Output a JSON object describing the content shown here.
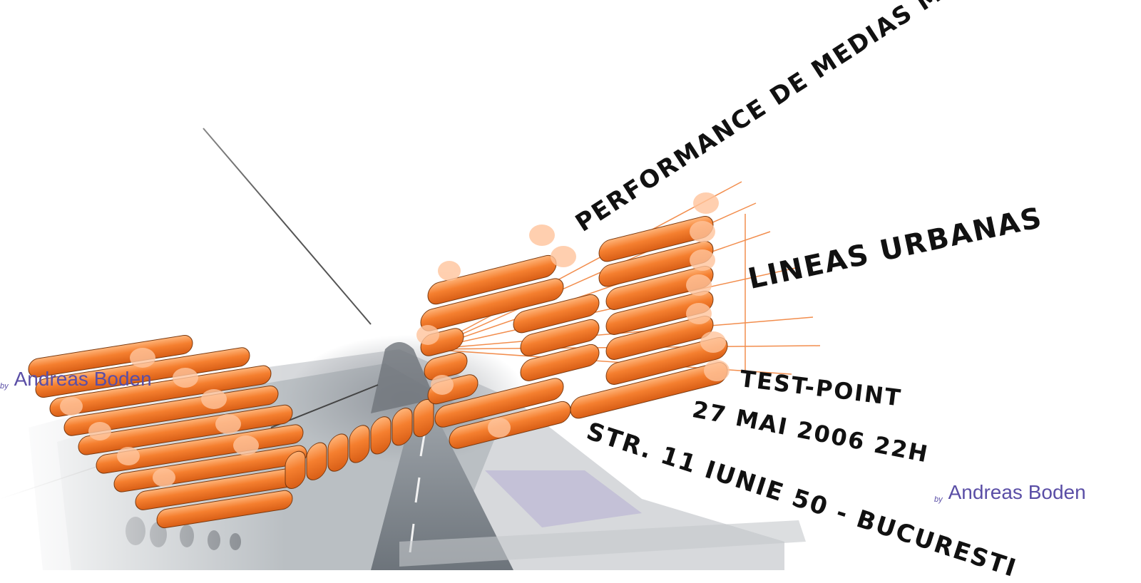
{
  "poster": {
    "headline": "PERFORMANCE DE MEDIAS MIXTAS",
    "title": "LINEAS URBANAS",
    "venue": "TEST-POINT",
    "datetime": "27 MAI 2006  22H",
    "address": "STR. 11 IUNIE 50 - BUCURESTI"
  },
  "credits": {
    "left": {
      "by": "by",
      "name": "Andreas Boden"
    },
    "right": {
      "by": "by",
      "name": "Andreas Boden"
    }
  },
  "colors": {
    "orange": "#f07a2e",
    "orange_light": "#ffc49c",
    "credit": "#5a4ea6",
    "text": "#111111"
  },
  "imagery": {
    "background": "road-photo-collage",
    "foreground": "orange-cylinder-sculpture"
  }
}
